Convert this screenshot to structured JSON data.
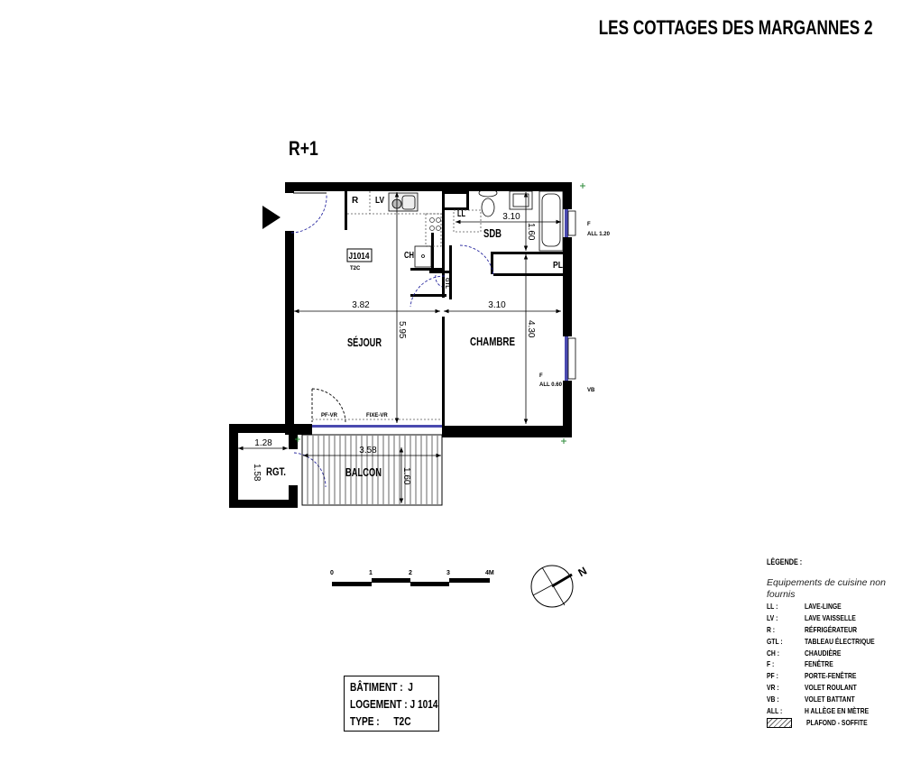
{
  "project_title": "LES COTTAGES DES MARGANNES 2",
  "floor_level": "R+1",
  "plan": {
    "rooms": {
      "sejour": "SÉJOUR",
      "chambre": "CHAMBRE",
      "sdb": "SDB",
      "balcon": "BALCON",
      "rangement": "RGT."
    },
    "unit_tag": "J1014",
    "unit_type_tag": "T2C",
    "equipment": {
      "refrigerateur": "R",
      "lave_vaisselle": "LV",
      "lave_linge": "LL",
      "chaudiere": "CH",
      "placard": "PL",
      "gtl": "GTL"
    },
    "window_labels": {
      "sdb_window": "F",
      "sdb_window_allege": "ALL 1.20",
      "chambre_window": "F",
      "chambre_window_allege": "ALL 0.60",
      "chambre_shutter": "VB",
      "porte_fenetre": "PF-VR",
      "fixe": "FIXE-VR"
    },
    "dimensions": {
      "sejour_width": "3.82",
      "chambre_width": "3.10",
      "sdb_width": "3.10",
      "sdb_depth": "1.60",
      "sejour_depth": "5.95",
      "chambre_depth": "4.30",
      "balcon_width": "3.58",
      "balcon_depth": "1.60",
      "rgt_width": "1.28",
      "rgt_depth": "1.58"
    }
  },
  "scale_bar": {
    "ticks": [
      "0",
      "1",
      "2",
      "3",
      "4M"
    ]
  },
  "compass": {
    "north_label": "N"
  },
  "info": {
    "batiment_label": "BÂTIMENT :",
    "batiment_value": "J",
    "logement_label": "LOGEMENT :",
    "logement_value": "J 1014",
    "type_label": "TYPE :",
    "type_value": "T2C"
  },
  "legend": {
    "title": "LÉGENDE :",
    "note": "Equipements de cuisine non fournis",
    "items": [
      {
        "key": "LL :",
        "desc": "LAVE-LINGE"
      },
      {
        "key": "LV :",
        "desc": "LAVE VAISSELLE"
      },
      {
        "key": "R :",
        "desc": "RÉFRIGÉRATEUR"
      },
      {
        "key": "GTL :",
        "desc": "TABLEAU ÉLECTRIQUE"
      },
      {
        "key": "CH :",
        "desc": "CHAUDIÈRE"
      },
      {
        "key": "F :",
        "desc": "FENÊTRE"
      },
      {
        "key": "PF :",
        "desc": "PORTE-FENÊTRE"
      },
      {
        "key": "VR :",
        "desc": "VOLET ROULANT"
      },
      {
        "key": "VB :",
        "desc": "VOLET BATTANT"
      },
      {
        "key": "ALL :",
        "desc": "H ALLÈGE EN MÈTRE"
      }
    ],
    "hatch_desc": "PLAFOND - SOFFITE"
  },
  "colors": {
    "wall": "#000000",
    "window_glass": "#4a4ab0",
    "door_swing": "#2a2aa0",
    "marker": "#2e8b3a"
  }
}
